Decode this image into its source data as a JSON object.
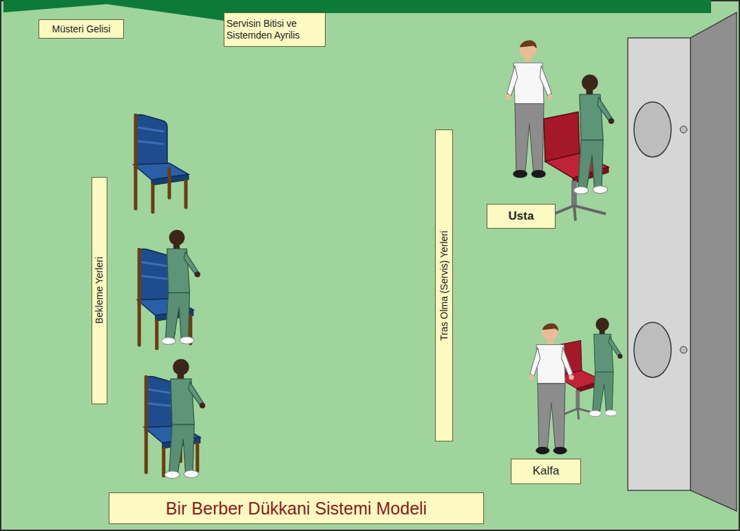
{
  "diagram": {
    "title": "Bir Berber Dükkani Sistemi Modeli",
    "nodes": [
      {
        "text": [
          "Müsteri Gelisi"
        ]
      },
      {
        "text": [
          "Servisin Bitisi ve Sistemden Ayrilis"
        ]
      },
      {
        "text": [
          "Bekleme Yerleri"
        ]
      },
      {
        "text": [
          "Tras Olma (Servis) Yerleri"
        ]
      },
      {
        "text": [
          "Usta"
        ]
      },
      {
        "text": [
          "Kalfa"
        ]
      }
    ]
  }
}
